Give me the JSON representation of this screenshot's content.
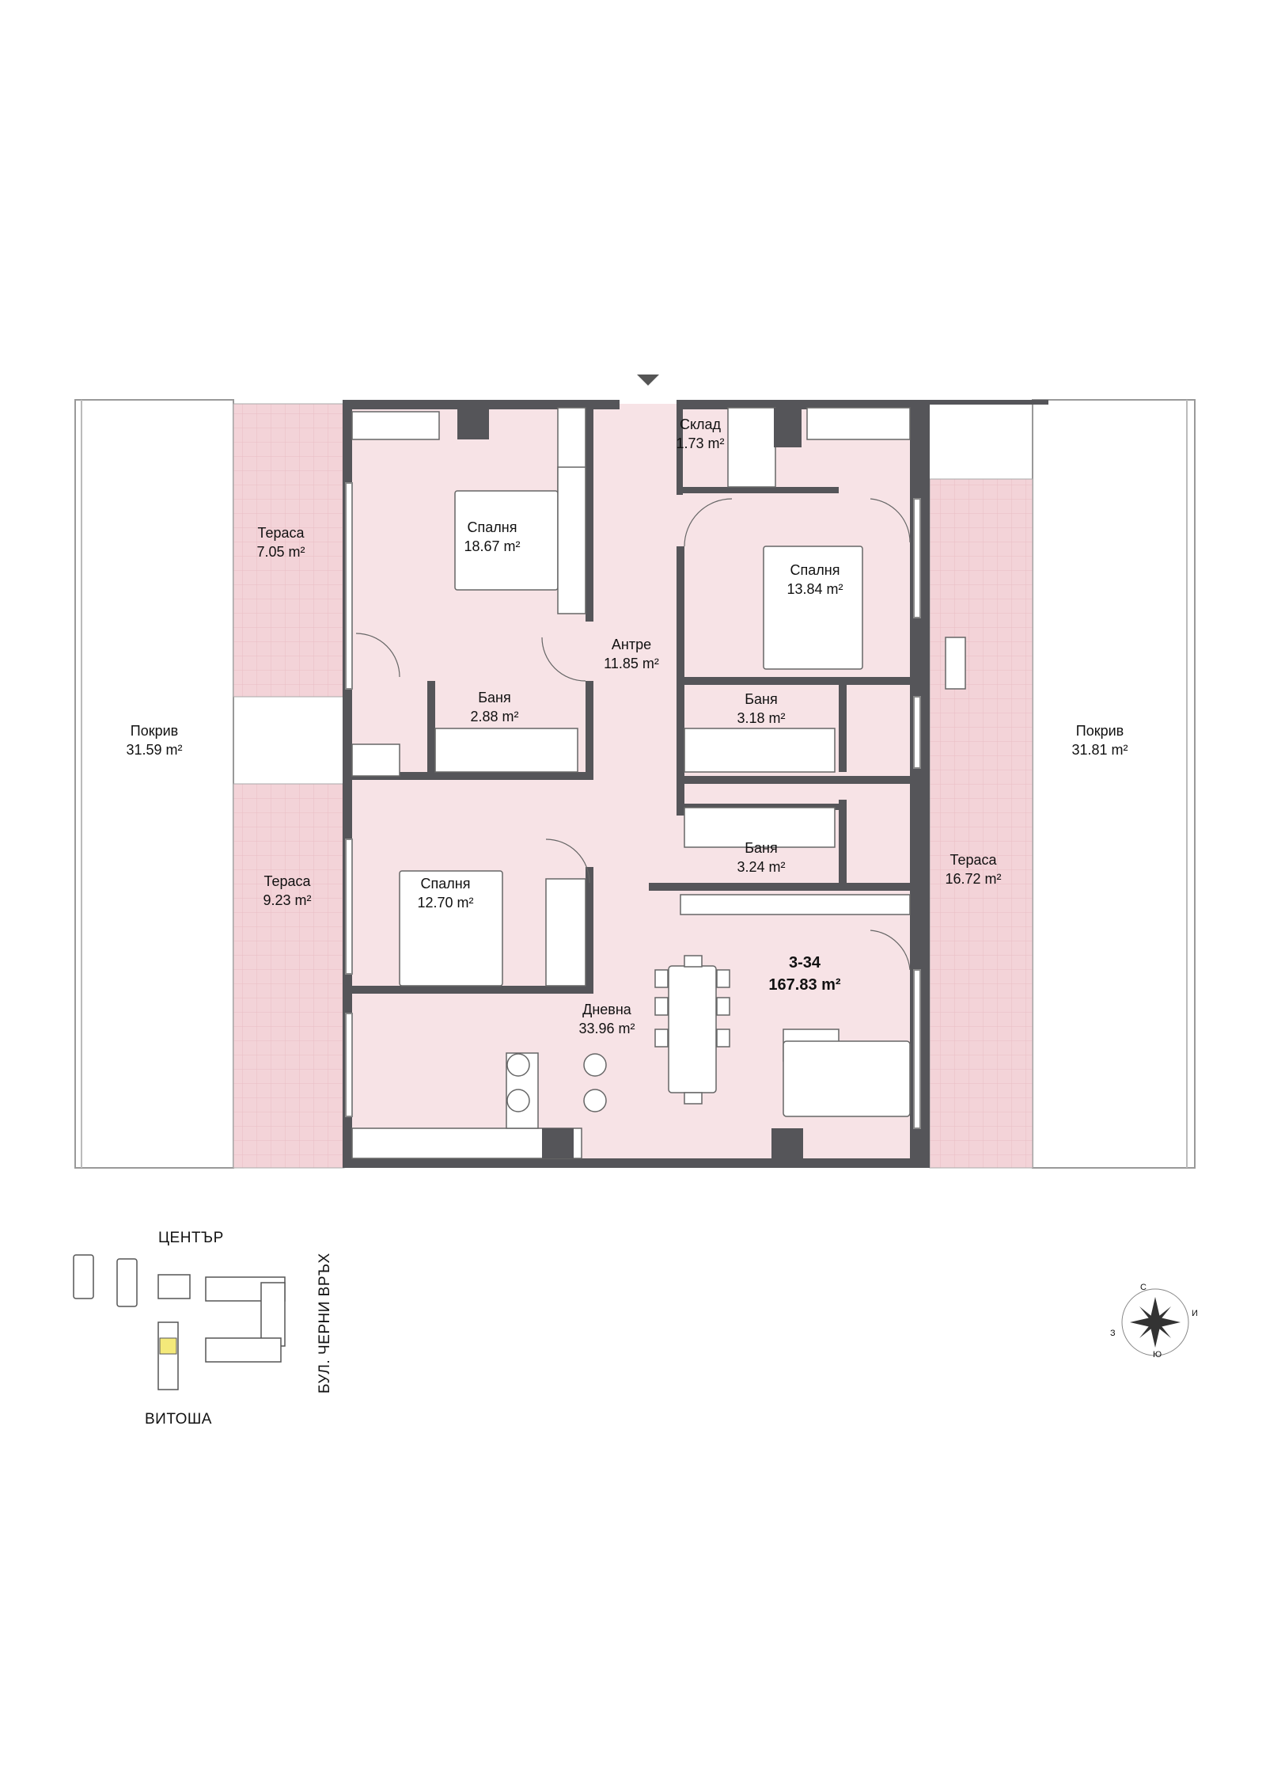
{
  "rooms": [
    {
      "id": "terrace-nw",
      "name": "Тераса",
      "area": "7.05 m²"
    },
    {
      "id": "bedroom-1",
      "name": "Спалня",
      "area": "18.67 m²"
    },
    {
      "id": "storage",
      "name": "Склад",
      "area": "1.73 m²"
    },
    {
      "id": "bedroom-2",
      "name": "Спалня",
      "area": "13.84 m²"
    },
    {
      "id": "hall",
      "name": "Антре",
      "area": "11.85 m²"
    },
    {
      "id": "roof-w",
      "name": "Покрив",
      "area": "31.59 m²"
    },
    {
      "id": "bath-1",
      "name": "Баня",
      "area": "2.88 m²"
    },
    {
      "id": "bath-2",
      "name": "Баня",
      "area": "3.18 m²"
    },
    {
      "id": "roof-e",
      "name": "Покрив",
      "area": "31.81 m²"
    },
    {
      "id": "bath-3",
      "name": "Баня",
      "area": "3.24 m²"
    },
    {
      "id": "terrace-sw",
      "name": "Тераса",
      "area": "9.23 m²"
    },
    {
      "id": "bedroom-3",
      "name": "Спалня",
      "area": "12.70 m²"
    },
    {
      "id": "terrace-e",
      "name": "Тераса",
      "area": "16.72 m²"
    },
    {
      "id": "living",
      "name": "Дневна",
      "area": "33.96 m²"
    }
  ],
  "unit": {
    "number": "3-34",
    "total_area": "167.83 m²"
  },
  "site_plan": {
    "north_label": "ЦЕНТЪР",
    "south_label": "ВИТОША",
    "street_label": "БУЛ. ЧЕРНИ ВРЪХ"
  },
  "compass": {
    "n": "С",
    "e": "И",
    "s": "Ю",
    "w": "З"
  },
  "colors": {
    "floor": "#f7e3e6",
    "terrace": "#f3d3d8",
    "roof": "#ffffff",
    "wall": "#555559",
    "highlight": "#f4e97a"
  }
}
